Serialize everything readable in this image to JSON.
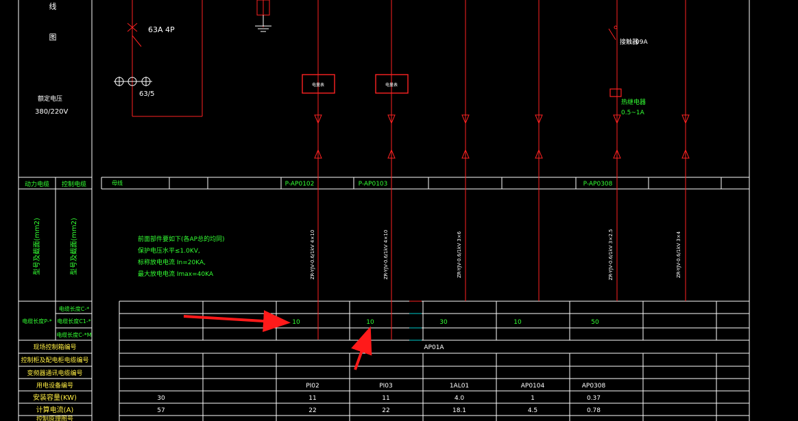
{
  "title_chars": [
    "线",
    "图"
  ],
  "rated_voltage": {
    "label": "额定电压",
    "value": "380/220V"
  },
  "main_breaker": {
    "rating": "63A 4P",
    "ct": "63/5"
  },
  "contactor": {
    "label": "接触器",
    "rating": "09A"
  },
  "relay": {
    "label": "热继电器",
    "range": "0.5~1A"
  },
  "module_labels": [
    "电量表",
    "电量表"
  ],
  "headers": {
    "power_cable": "动力电缆",
    "control_cable": "控制电缆",
    "power_section": "型号及截面(mm2)",
    "control_section": "型号及截面(mm2)",
    "length_label": "电缆长度",
    "length_c": "电缆长度C-*",
    "length_p": "电缆长度P-*",
    "length_ci": "电缆长度C1-*",
    "length_ccm": "电缆长度C-*M"
  },
  "circuit_row": {
    "first": "母线",
    "cells": [
      "",
      "",
      "P-AP0102",
      "P-AP0103",
      "",
      "",
      "P-AP0308",
      ""
    ]
  },
  "notes": [
    "前面部件要如下(各AP总的均同)",
    "保护电压水平≤1.0KV,",
    "标称放电电流 In=20KA,",
    "最大放电电流 Imax=40KA"
  ],
  "cable_types": [
    "ZR-YJV-0.6/1kV 4×10",
    "ZR-YJV-0.6/1kV 4×10",
    "ZR-YJV-0.6/1kV 3×6",
    "ZR-YJV-0.6/1kV 3×2.5",
    "ZR-YJV-0.6/1kV 3×4"
  ],
  "lengths": [
    "10",
    "10",
    "30",
    "10",
    "50"
  ],
  "row_labels": {
    "field_box": "现场控制箱编号",
    "panel_no": "控制柜及配电柜电缆编号",
    "vfd_no": "变频器通讯电缆编号",
    "equip_no": "用电设备编号",
    "installed_kw": "安装容量(KW)",
    "calc_current": "计算电流(A)",
    "extra": "控制原理图号"
  },
  "panel_value": "AP01A",
  "equipment": [
    "PI02",
    "PI03",
    "1AL01",
    "AP0104",
    "AP0308"
  ],
  "installed_kw": [
    "30",
    "11",
    "11",
    "4.0",
    "1",
    "0.37"
  ],
  "calc_current": [
    "57",
    "22",
    "22",
    "18.1",
    "4.5",
    "0.78"
  ],
  "colors": {
    "line_red": "#ff2222",
    "grid_white": "#ffffff",
    "text_green": "#33ff33",
    "arrow_red": "#ff1a1a"
  }
}
